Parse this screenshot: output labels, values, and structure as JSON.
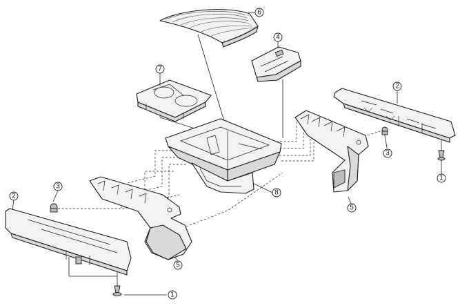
{
  "diagram": {
    "callouts": {
      "c6": "6",
      "c4": "4",
      "c7": "7",
      "c2_right": "2",
      "c3_right": "3",
      "c1_right": "1",
      "c8": "8",
      "c5_right": "5",
      "c3_left": "3",
      "c2_left": "2",
      "c5_left": "5",
      "c1_left": "1"
    }
  }
}
